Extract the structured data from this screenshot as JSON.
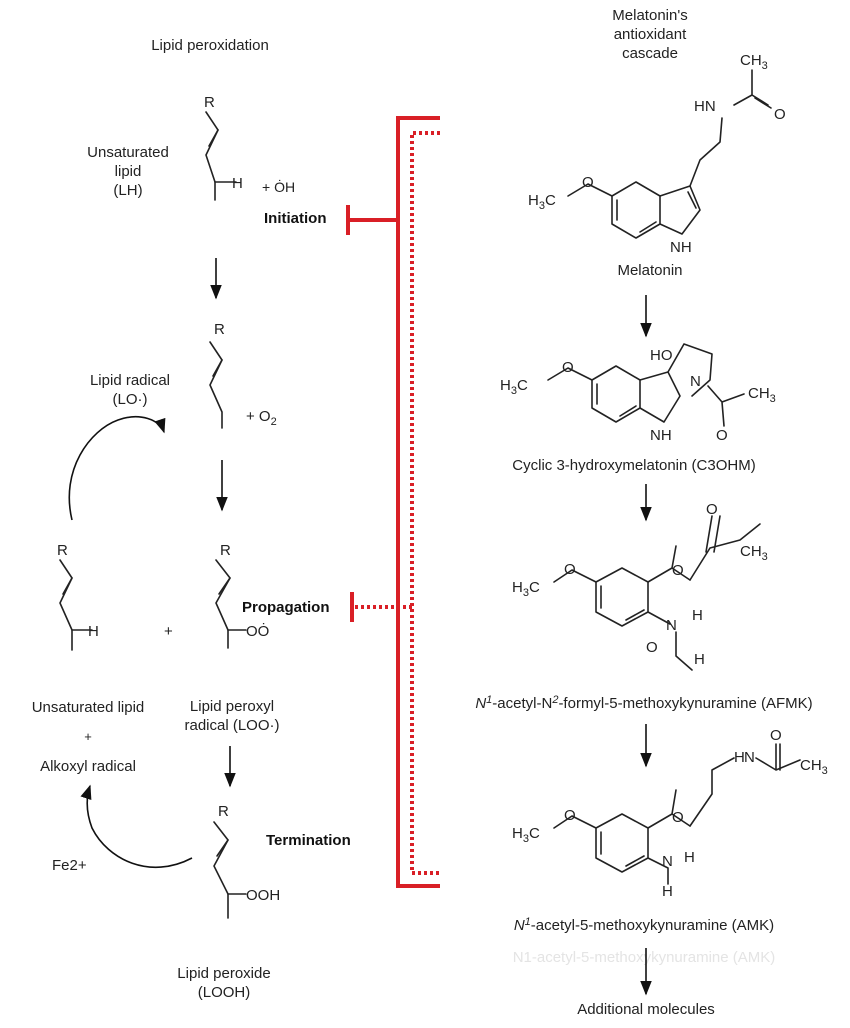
{
  "left": {
    "heading": "Lipid peroxidation",
    "unsat_lipid": [
      "Unsaturated",
      "lipid",
      "(LH)"
    ],
    "plus_oh": "+ ȮH",
    "lipid_radical": [
      "Lipid radical",
      "(LO·)"
    ],
    "plus_o2": "+ O",
    "o2_sub": "2",
    "plus": "+",
    "unsat_lipid2": "Unsaturated lipid",
    "plus2": "+",
    "alkoxyl": "Alkoxyl radical",
    "peroxyl": [
      "Lipid peroxyl",
      "radical (LOO·)"
    ],
    "fe": "Fe2+",
    "peroxide": [
      "Lipid peroxide",
      "(LOOH)"
    ]
  },
  "steps": {
    "initiation": "Initiation",
    "propagation": "Propagation",
    "termination": "Termination"
  },
  "right": {
    "heading": [
      "Melatonin's",
      "antioxidant",
      "cascade"
    ],
    "melatonin": "Melatonin",
    "c3ohm": "Cyclic 3-hydroxymelatonin (C3OHM)",
    "afmk_prefix": "N",
    "afmk_sup1": "1",
    "afmk_mid": "-acetyl-N",
    "afmk_sup2": "2",
    "afmk_rest": "-formyl-5-methoxykynuramine (AFMK)",
    "amk_prefix": "N",
    "amk_sup1": "1",
    "amk_rest": "-acetyl-5-methoxykynuramine (AMK)",
    "amk_ghost": "N1-acetyl-5-methoxykynuramine (AMK)",
    "additional": "Additional molecules"
  },
  "atoms": {
    "R": "R",
    "H": "H",
    "O": "O",
    "OO": "OȮ",
    "OOH": "OOH",
    "HN": "HN",
    "NH": "NH",
    "N": "N",
    "HO": "HO",
    "CH3": "CH",
    "three": "3",
    "H3C": "H",
    "H3C_rest": "C",
    "H3C_sub": "3"
  }
}
